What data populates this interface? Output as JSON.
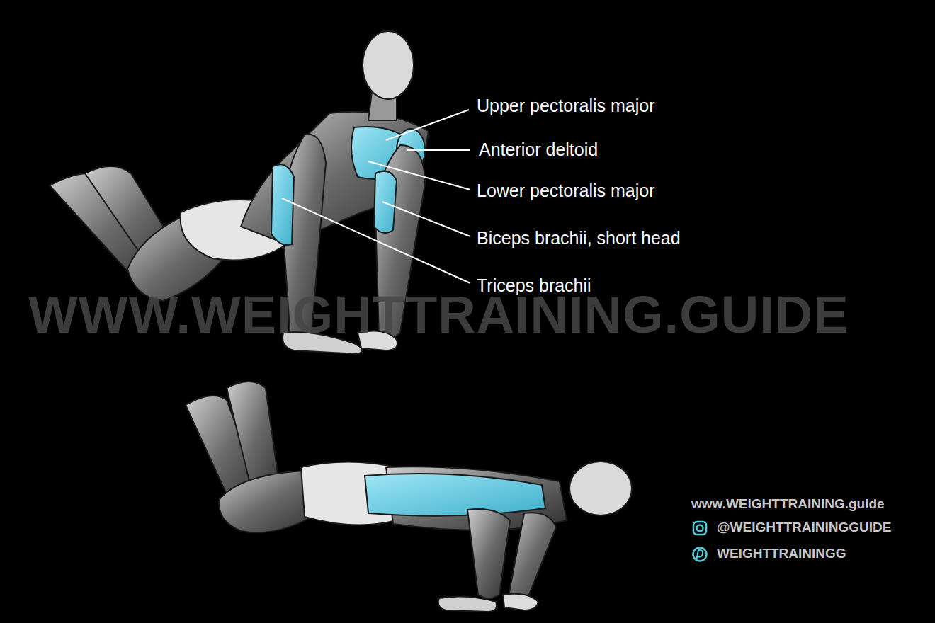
{
  "diagram": {
    "labels": [
      "Upper pectoralis major",
      "Anterior deltoid",
      "Lower pectoralis major",
      "Biceps brachii, short head",
      "Triceps brachii",
      "WWW.WEIGHTTRAINING.GUIDE",
      "www.WEIGHTTRAINING.guide",
      "@WEIGHTTRAININGGUIDE",
      "WEIGHTTRAININGG"
    ]
  }
}
